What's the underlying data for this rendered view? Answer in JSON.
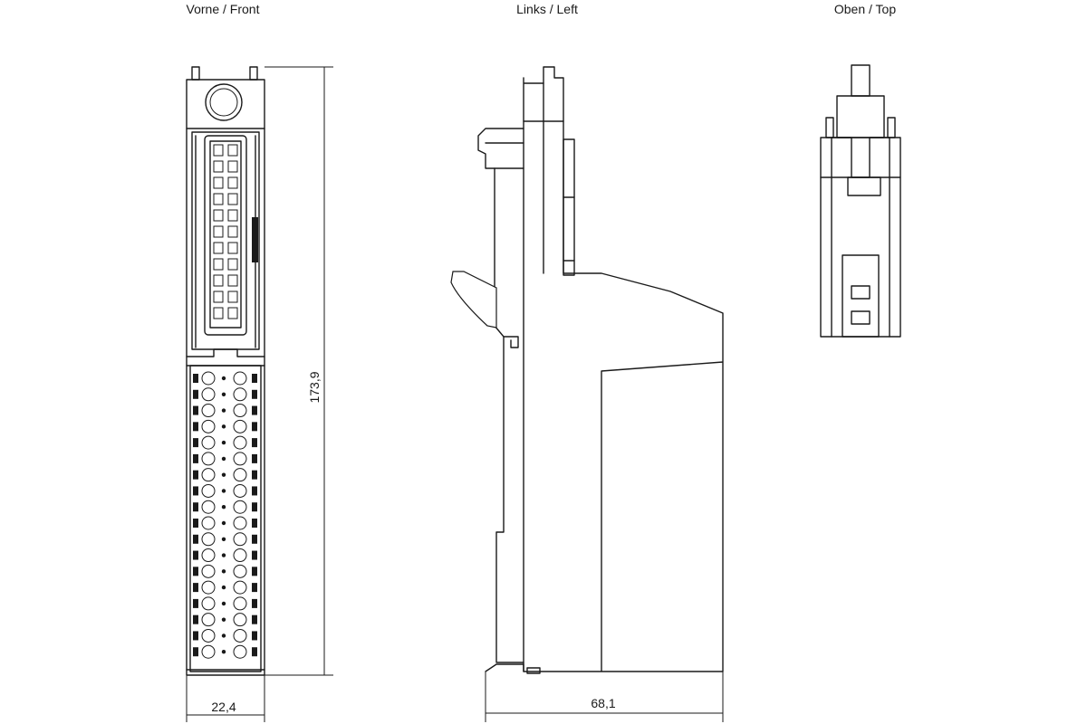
{
  "views": {
    "front": {
      "title": "Vorne / Front"
    },
    "left": {
      "title": "Links / Left"
    },
    "top": {
      "title": "Oben / Top"
    }
  },
  "dimensions": {
    "height": "173,9",
    "front_width": "22,4",
    "depth": "68,1"
  },
  "terminal_rows": 18,
  "colors": {
    "line": "#1a1a1a",
    "background": "#ffffff"
  }
}
